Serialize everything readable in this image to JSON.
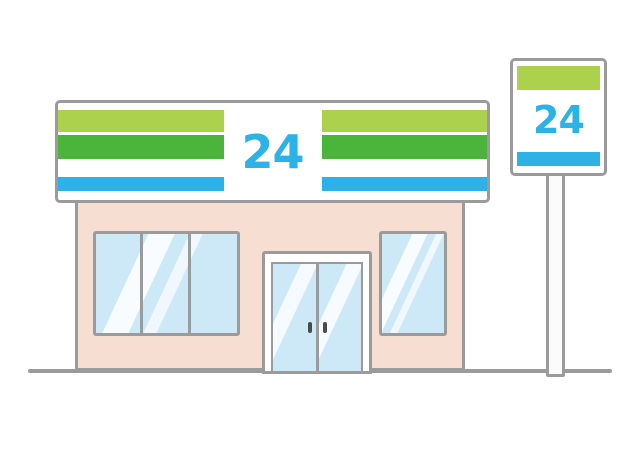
{
  "scene": {
    "description": "Convenience store illustration, open 24 hours"
  },
  "fascia": {
    "number": "24"
  },
  "sign": {
    "number": "24"
  },
  "colors": {
    "light_green": "#abd14d",
    "green": "#4bb43a",
    "blue": "#2cb2e6",
    "wall_pink": "#f7ded2",
    "window_blue": "#cde9f8",
    "outline_gray": "#9b9b9b"
  }
}
